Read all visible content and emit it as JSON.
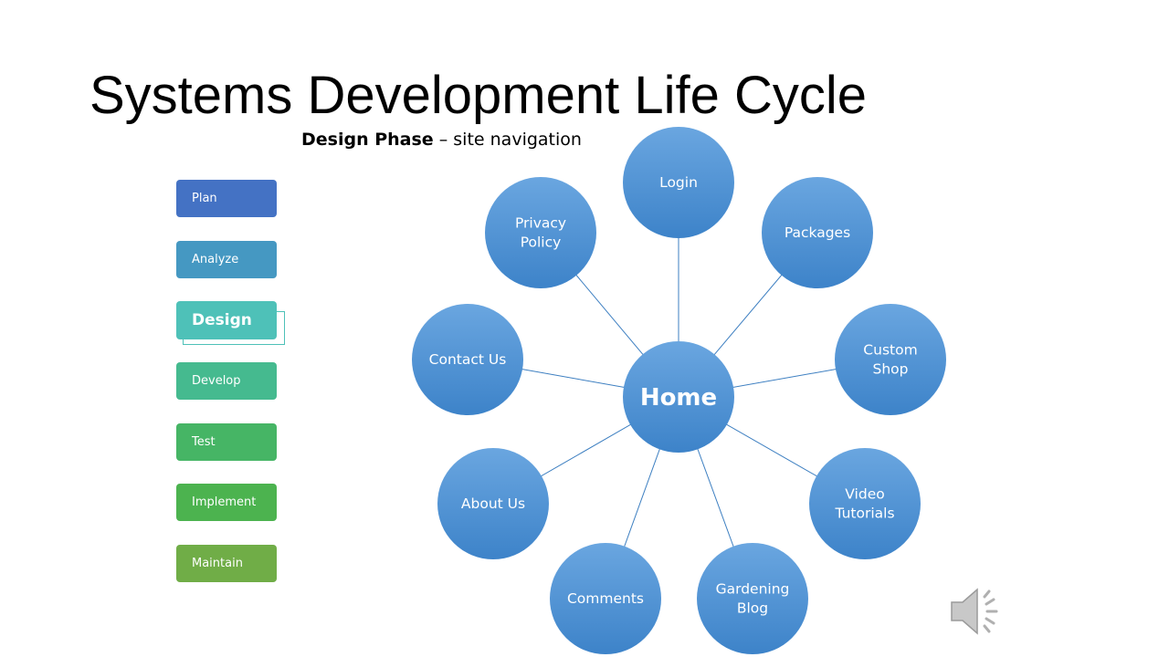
{
  "slide": {
    "title": "Systems Development Life Cycle",
    "subtitle_bold": "Design Phase",
    "subtitle_rest": " – site navigation"
  },
  "phases": [
    {
      "label": "Plan",
      "color": "#4472c4"
    },
    {
      "label": "Analyze",
      "color": "#4598c2"
    },
    {
      "label": "Design",
      "color": "#4ec1b8",
      "active": true
    },
    {
      "label": "Develop",
      "color": "#45ba8f"
    },
    {
      "label": "Test",
      "color": "#46b565"
    },
    {
      "label": "Implement",
      "color": "#4cb34f"
    },
    {
      "label": "Maintain",
      "color": "#70ad47"
    }
  ],
  "navigation": {
    "hub": "Home",
    "pages": [
      [
        "Login"
      ],
      [
        "Packages"
      ],
      [
        "Custom",
        "Shop"
      ],
      [
        "Video",
        "Tutorials"
      ],
      [
        "Gardening",
        "Blog"
      ],
      [
        "Comments"
      ],
      [
        "About Us"
      ],
      [
        "Contact Us"
      ],
      [
        "Privacy",
        "Policy"
      ]
    ],
    "node_color_top": "#6aa6e0",
    "node_color_bottom": "#3d83c9",
    "connector_color": "#3d7fc1"
  },
  "audio": {
    "icon": "speaker-icon"
  }
}
